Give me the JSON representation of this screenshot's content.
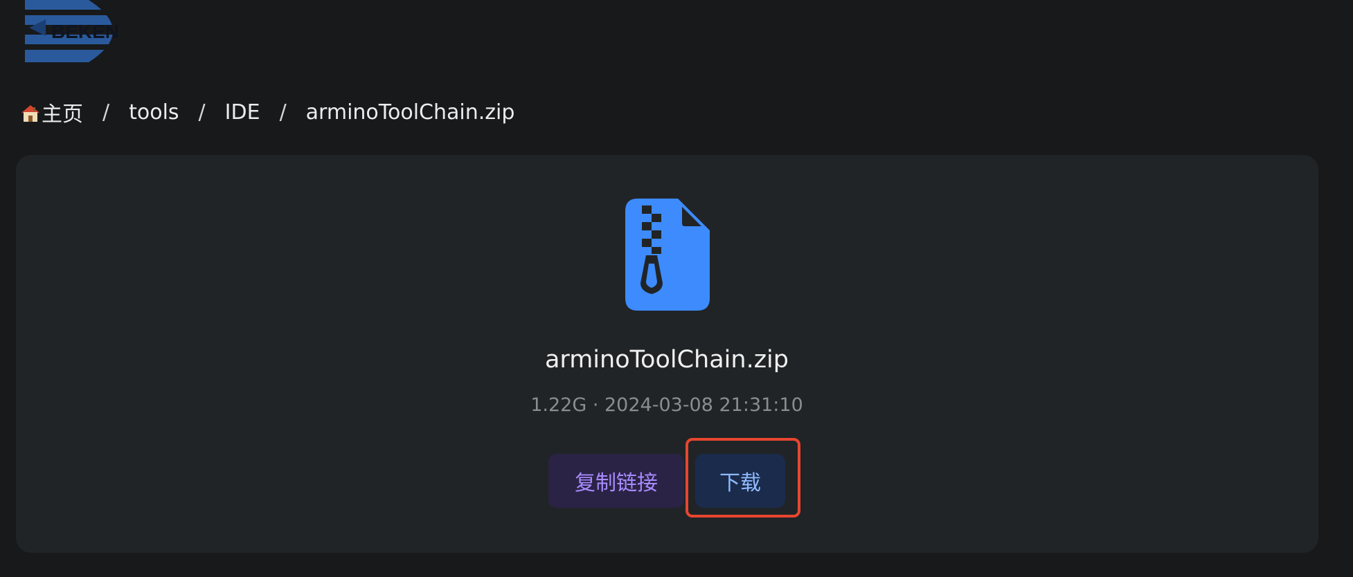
{
  "brand": {
    "logo_text": "BEKEN"
  },
  "breadcrumb": {
    "items": [
      {
        "label": "主页",
        "icon": "house-emoji"
      },
      {
        "label": "tools"
      },
      {
        "label": "IDE"
      },
      {
        "label": "arminoToolChain.zip"
      }
    ],
    "separator": "/"
  },
  "file": {
    "icon": "zip-file-icon",
    "icon_color": "#3d8bfd",
    "name": "arminoToolChain.zip",
    "meta": "1.22G · 2024-03-08 21:31:10"
  },
  "actions": {
    "copy_label": "复制链接",
    "download_label": "下载",
    "highlight_color": "#e8462f"
  }
}
